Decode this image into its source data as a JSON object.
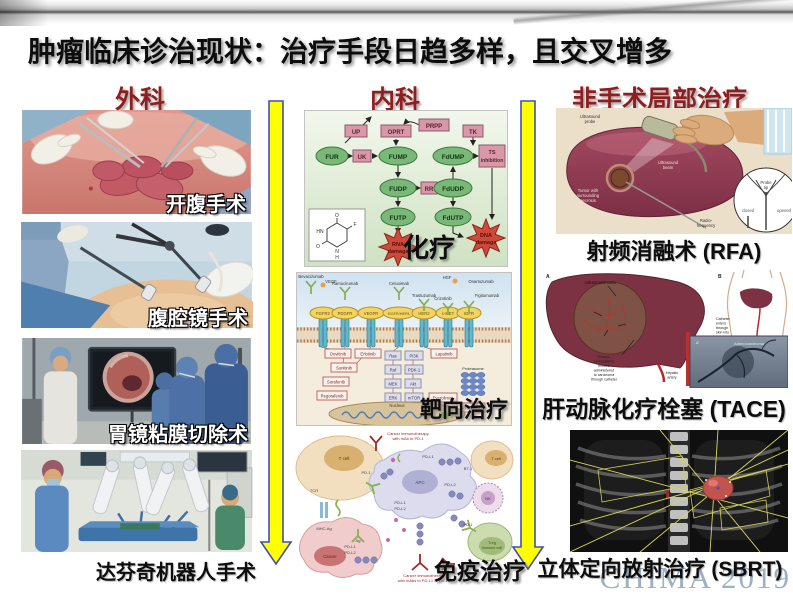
{
  "slide": {
    "title": "肿瘤临床诊治现状：治疗手段日趋多样，且交叉增多",
    "watermark": "CHIMA 2019"
  },
  "columns": {
    "surgery": {
      "header": "外科",
      "captions": {
        "open": "开腹手术",
        "laparoscopic": "腹腔镜手术",
        "emr": "胃镜粘膜切除术",
        "davinci": "达芬奇机器人手术"
      }
    },
    "medicine": {
      "header": "内科",
      "captions": {
        "chemo": "化疗",
        "targeted": "靶向治疗",
        "immuno": "免疫治疗"
      }
    },
    "local": {
      "header": "非手术局部治疗",
      "captions": {
        "rfa": "射频消融术 (RFA)",
        "tace": "肝动脉化疗栓塞 (TACE)",
        "sbrt": "立体定向放射治疗 (SBRT)"
      }
    }
  },
  "chemo_diagram": {
    "boxes": {
      "up": "UP",
      "oprt": "OPRT",
      "prpp": "PRPP",
      "tk": "TK",
      "uk": "UK",
      "rr": "RR",
      "ts1": "TS",
      "ts2": "inhibition"
    },
    "ovals": {
      "fur": "FUR",
      "fump": "FUMP",
      "fdump": "FdUMP",
      "fudp": "FUDP",
      "fdudp": "FdUDP",
      "futp": "FUTP",
      "fdutp": "FdUTP"
    },
    "bursts": {
      "rna1": "RNA",
      "rna2": "damage",
      "dna1": "DNA",
      "dna2": "damage"
    },
    "molecule": {
      "o1": "O",
      "f": "F",
      "hn": "HN",
      "o2": "O",
      "n": "N",
      "h": "H"
    }
  },
  "targeted_diagram": {
    "antibodies": {
      "bev": "Bevacizumab",
      "vegf": "VEGF",
      "ram": "Ramucirumab",
      "cet": "Cetuximab",
      "tra": "Trastuzumab",
      "cri": "Crizotinib",
      "hgf": "HGF",
      "ona": "Onartuzumab",
      "fig": "Figitumumab"
    },
    "receptors": {
      "fgfr2": "FGFR2",
      "pdgfr": "PDGFR",
      "vegfr": "VEGFR",
      "egfr": "EGFR/HER1",
      "her2": "HER2",
      "cmet": "c-MET",
      "igfr": "IGFR"
    },
    "signals": {
      "ras": "Ras",
      "pi3k": "PI3K",
      "raf": "Raf",
      "pdk": "PDK-1",
      "mek": "MEK",
      "akt": "Akt",
      "erk": "ERK",
      "mtor": "mTOR"
    },
    "drugs": {
      "dov": "Dovitinib",
      "erl": "Erlotinib",
      "lap": "Lapatinib",
      "sun": "Sunitinib",
      "sor": "Sorafenib",
      "reg": "Regorafenib",
      "eve": "Everolimus",
      "bor": "Bortezomib"
    },
    "other": {
      "nucleus": "Nucleus",
      "proteasome": "Proteasome"
    }
  },
  "immuno_diagram": {
    "cells": {
      "tcell": "T cell",
      "tcell2": "T cell",
      "apc": "APC",
      "cancer": "Cancer",
      "treg1": "Treg",
      "treg2": "immune cell",
      "nk": "NK"
    },
    "markers": {
      "tcr": "TCR",
      "pd1a": "PD-1",
      "pd1b": "PD-1",
      "pdl1a": "PD-L1",
      "pdl2a": "PD-L2",
      "pdl1b": "PD-L1",
      "pdl2b": "PD-L2",
      "pdl1c": "PD-L1",
      "pdl2c": "PD-L2",
      "b71": "B7-1",
      "mhc": "MHC-Ag",
      "ag": "Ag"
    },
    "captions": {
      "top1": "Cancer immunotherapy",
      "top2": "with mAb to PD-1",
      "bottom1": "Cancer immunotherapy",
      "bottom2": "with mAbs to PD-L1 or PD-L2"
    }
  },
  "rfa_diagram": {
    "labels": {
      "probe1": "Ultrasound",
      "probe2": "probe",
      "beam1": "Ultrasound",
      "beam2": "beam",
      "tumor1": "Tumor with",
      "tumor2": "surrounding",
      "tumor3": "necrosis",
      "rf1": "Radio-",
      "rf2": "frequency",
      "tip1": "Probe",
      "tip2": "tip",
      "closed": "closed",
      "opened": "opened"
    }
  },
  "tace_diagram": {
    "labels": {
      "a": "A",
      "b": "B",
      "adeno": "Adenocarcinoma",
      "mix1": "Chemo-",
      "mix2": "embolization",
      "mix3": "mixture",
      "mix4": "administered",
      "mix5": "to carcinoma",
      "mix6": "through catheter",
      "hep1": "Hepatic",
      "hep2": "artery",
      "aorta": "Aorta",
      "cath1": "Catheter",
      "cath2": "enters",
      "cath3": "through",
      "cath4": "skin into",
      "cath5": "femoral",
      "cath6": "artery",
      "aprime": "A'",
      "adeno2": "Adenocarcinoma"
    }
  }
}
